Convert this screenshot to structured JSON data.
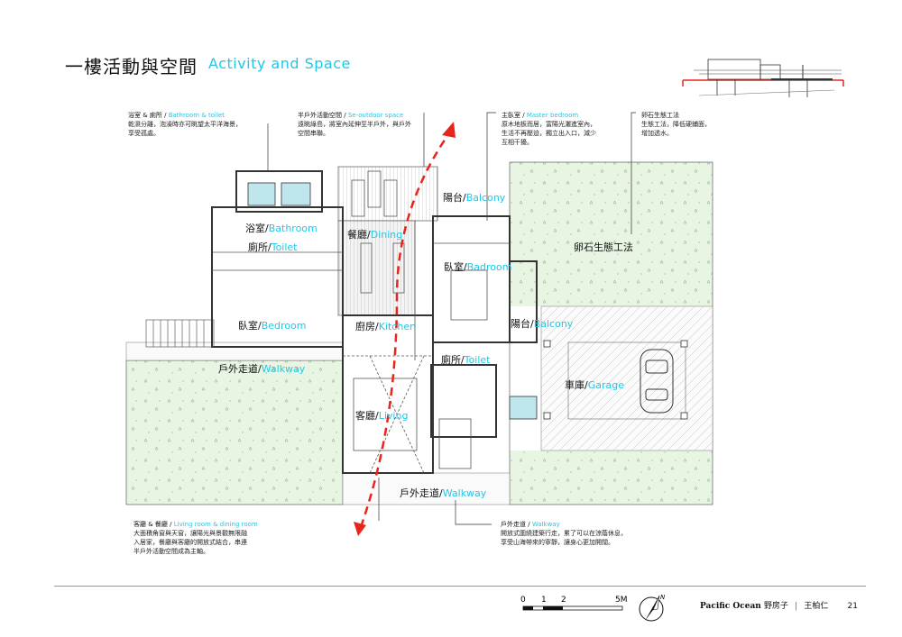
{
  "title": {
    "zh": "一樓活動與空間",
    "en": "Activity and Space"
  },
  "notes": {
    "bathroom": {
      "heading_zh": "浴室 & 廁所 / ",
      "heading_en": "Bathroom & toilet",
      "line1": "乾濕分離，泡澡時亦可眺望太平洋海景，",
      "line2": "享受孤處。"
    },
    "semi_outdoor": {
      "heading_zh": "半戶外活動空間 / ",
      "heading_en": "Se-outdoor space",
      "line1": "遠眺綠島，將室內延伸至半戶外，與戶外",
      "line2": "空間串聯。"
    },
    "master": {
      "heading_zh": "主臥室 / ",
      "heading_en": "Master bedroom",
      "line1": "原木地板而居，富陽光灑進室內，",
      "line2": "生活不再壓迫，獨立出入口，減少",
      "line3": "互相干擾。"
    },
    "pebble": {
      "heading": "卵石生態工法",
      "line1": "生態工法，降低硬鋪面，",
      "line2": "增加透水。"
    },
    "living": {
      "heading_zh": "客廳 & 餐廳 / ",
      "heading_en": "Living room & dining room",
      "line1": "大面積角窗與天窗，讓陽光與景觀無限融",
      "line2": "入居家，餐廳與客廳的開放式結合，串連",
      "line3": "半戶外活動空間成為主軸。"
    },
    "walkway": {
      "heading_zh": "戶外走道 / ",
      "heading_en": "Walkway",
      "line1": "開放式圍繞建築行走，累了可以在涼蔭休息，",
      "line2": "享受山海帶來的寧靜，讓身心更加開闊。"
    }
  },
  "rooms": {
    "balcony_top": {
      "zh": "陽台/",
      "en": "Balcony"
    },
    "bathroom": {
      "zh": "浴室/",
      "en": "Bathroom"
    },
    "toilet_left": {
      "zh": "廁所/",
      "en": "Toilet"
    },
    "dining": {
      "zh": "餐廳/",
      "en": "Dining"
    },
    "bedroom_right": {
      "zh": "臥室/",
      "en": "Badroom"
    },
    "pebble": {
      "zh": "卵石生態工法",
      "en": ""
    },
    "bedroom_left": {
      "zh": "臥室/",
      "en": "Bedroom"
    },
    "kitchen": {
      "zh": "廚房/",
      "en": "Kitchen"
    },
    "balcony_right": {
      "zh": "陽台/",
      "en": "Balcony"
    },
    "walkway_left": {
      "zh": "戶外走道/",
      "en": "Walkway"
    },
    "toilet_center": {
      "zh": "廁所/",
      "en": "Toilet"
    },
    "garage": {
      "zh": "車庫/",
      "en": "Garage"
    },
    "living": {
      "zh": "客廳/",
      "en": "Living"
    },
    "walkway_bottom": {
      "zh": "戶外走道/",
      "en": "Walkway"
    }
  },
  "scale": {
    "ticks": [
      "0",
      "1",
      "2",
      "5M"
    ]
  },
  "north_label": "N",
  "footer": {
    "brand": "Pacific Ocean",
    "name": "野房子",
    "sep": "|",
    "author": "王柏仁",
    "page": "21"
  },
  "colors": {
    "accent_cyan": "#1fc8e8",
    "flow_red": "#e8241c",
    "grass": "#e7f5e2",
    "wall": "#333333"
  }
}
